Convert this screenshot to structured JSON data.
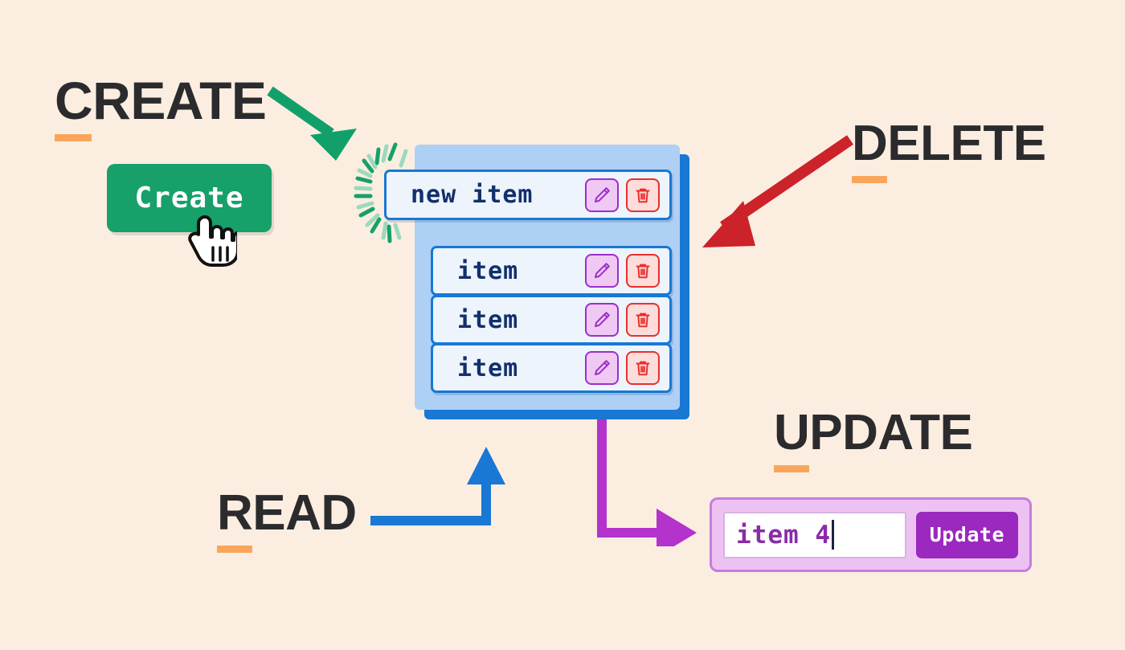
{
  "diagram": {
    "title_create": "CREATE",
    "title_read": "READ",
    "title_update": "UPDATE",
    "title_delete": "DELETE"
  },
  "create": {
    "button_label": "Create",
    "button_color": "#17A06A",
    "cursor_icon": "pointing-hand-cursor",
    "arrow_color": "#12A06A",
    "sparkle_color": "#17A06A"
  },
  "list_panel": {
    "background_color": "#AED0F5",
    "shadow_color": "#1878D4",
    "rows": [
      {
        "label": "new item",
        "edit_icon": "pencil-icon",
        "delete_icon": "trash-icon"
      },
      {
        "label": "item",
        "edit_icon": "pencil-icon",
        "delete_icon": "trash-icon"
      },
      {
        "label": "item",
        "edit_icon": "pencil-icon",
        "delete_icon": "trash-icon"
      },
      {
        "label": "item",
        "edit_icon": "pencil-icon",
        "delete_icon": "trash-icon"
      }
    ],
    "row_border_color": "#1878D4",
    "row_text_color": "#12306B"
  },
  "delete": {
    "arrow_color": "#CC2229"
  },
  "read": {
    "arrow_color": "#1878D4"
  },
  "update": {
    "arrow_color": "#B333CC",
    "input_value": "item 4",
    "input_placeholder": "item 4",
    "button_label": "Update",
    "button_color": "#9B28BF",
    "panel_color": "#EDC2F2",
    "text_color": "#8B2BA8"
  },
  "accent": {
    "underline_color": "#F9A65C",
    "heading_color": "#2B2B2E",
    "background_color": "#FBEEE1"
  }
}
